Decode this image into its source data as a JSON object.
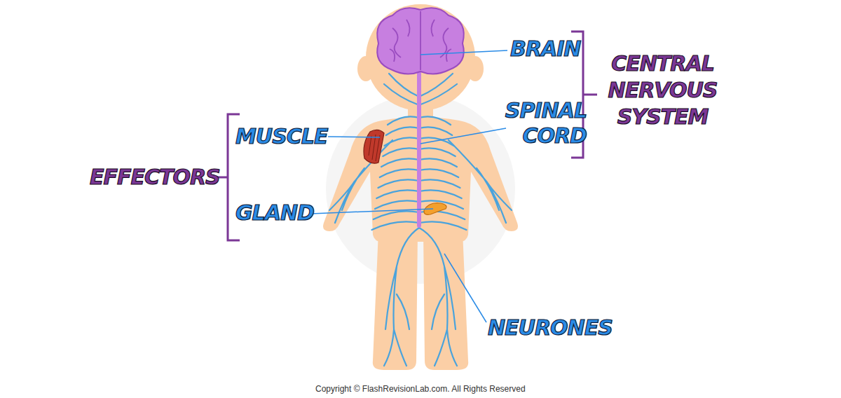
{
  "diagram": {
    "labels": [
      "BRAIN",
      "SPINAL CORD",
      "CENTRAL NERVOUS SYSTEM",
      "MUSCLE",
      "GLAND",
      "EFFECTORS",
      "NEURONES",
      "Copyright © FlashRevisionLab.com. All Rights Reserved"
    ]
  }
}
